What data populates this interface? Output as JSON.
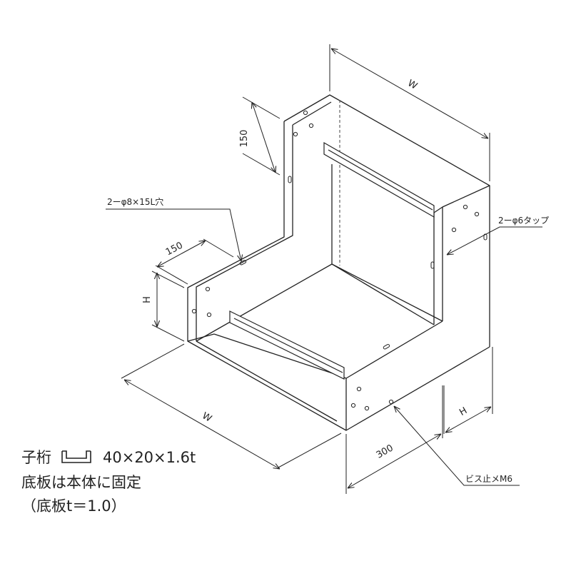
{
  "dimensions": {
    "top_w": "W",
    "bottom_w": "W",
    "flange_height": "150",
    "side_width": "150",
    "height_left": "H",
    "height_right": "H",
    "depth": "300"
  },
  "callouts": {
    "slot_hole": "2ーφ8×15L穴",
    "tap_hole": "2ーφ6タップ",
    "screw": "ビス止メM6"
  },
  "notes": {
    "line1_label": "子桁",
    "line1_spec": "40×20×1.6t",
    "line2": "底板は本体に固定",
    "line3": "（底板t＝1.0）"
  },
  "colors": {
    "line": "#222222",
    "hidden_line": "#555555"
  }
}
